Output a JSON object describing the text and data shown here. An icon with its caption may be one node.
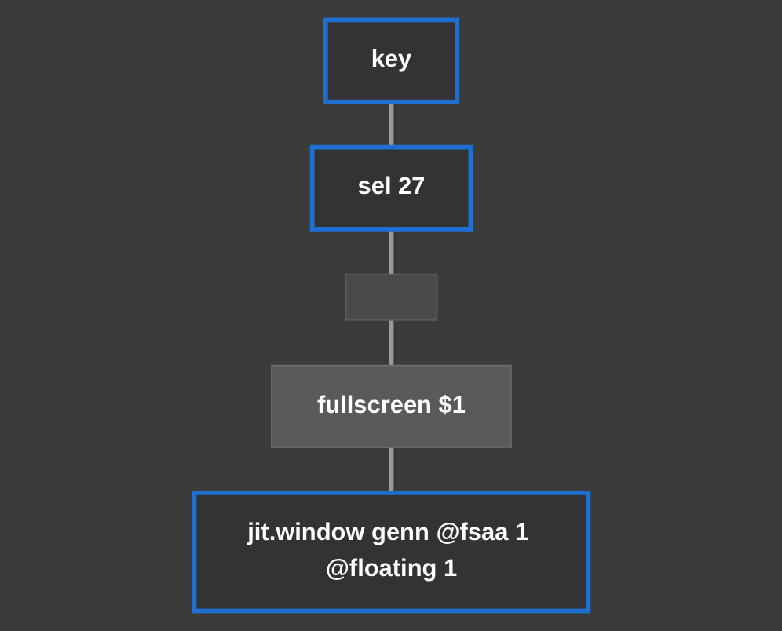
{
  "diagram": {
    "nodes": [
      {
        "text": [
          "key"
        ]
      },
      {
        "text": [
          "sel 27"
        ]
      },
      {
        "text": [],
        "shape": "box"
      },
      {
        "text": [
          "fullscreen $1"
        ]
      },
      {
        "text": [
          "jit.window genn @fsaa 1 @floating 1"
        ]
      }
    ],
    "edges": [
      {
        "from": 0,
        "to": 1,
        "arrow": "none"
      },
      {
        "from": 1,
        "to": 2,
        "arrow": "none"
      },
      {
        "from": 2,
        "to": 3,
        "arrow": "none"
      },
      {
        "from": 3,
        "to": 4,
        "arrow": "none"
      }
    ]
  }
}
